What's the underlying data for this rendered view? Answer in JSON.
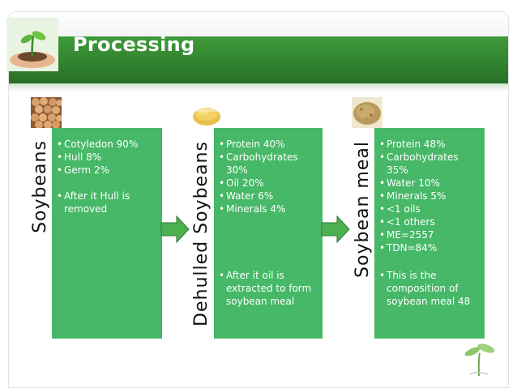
{
  "slide": {
    "title": "Processing"
  },
  "columns": [
    {
      "label": "Soybeans",
      "items": [
        "Cotyledon 90%",
        "Hull 8%",
        "Germ 2%"
      ],
      "notes": [
        "After it Hull is removed"
      ]
    },
    {
      "label": "Dehulled Soybeans",
      "items": [
        "Protein 40%",
        "Carbohydrates 30%",
        "Oil 20%",
        "Water 6%",
        "Minerals 4%"
      ],
      "notes": [
        "After it oil is extracted to form soybean meal"
      ]
    },
    {
      "label": "Soybean meal",
      "items": [
        "Protein 48%",
        "Carbohydrates 35%",
        "Water 10%",
        "Minerals 5%",
        "<1 oils",
        "<1 others",
        "ME=2557",
        "TDN=84%"
      ],
      "notes": [
        "This is the composition of soybean meal 48"
      ]
    }
  ],
  "colors": {
    "header": "#2e7d2c",
    "box": "#46b867",
    "arrow": "#4cb050"
  },
  "icons": {
    "logo": "hands-holding-seedling",
    "photo_1": "soybeans-photo",
    "photo_2": "dehulled-soybeans-photo",
    "photo_3": "soybean-meal-photo",
    "arrow": "right-arrow",
    "decoration": "sprout"
  }
}
